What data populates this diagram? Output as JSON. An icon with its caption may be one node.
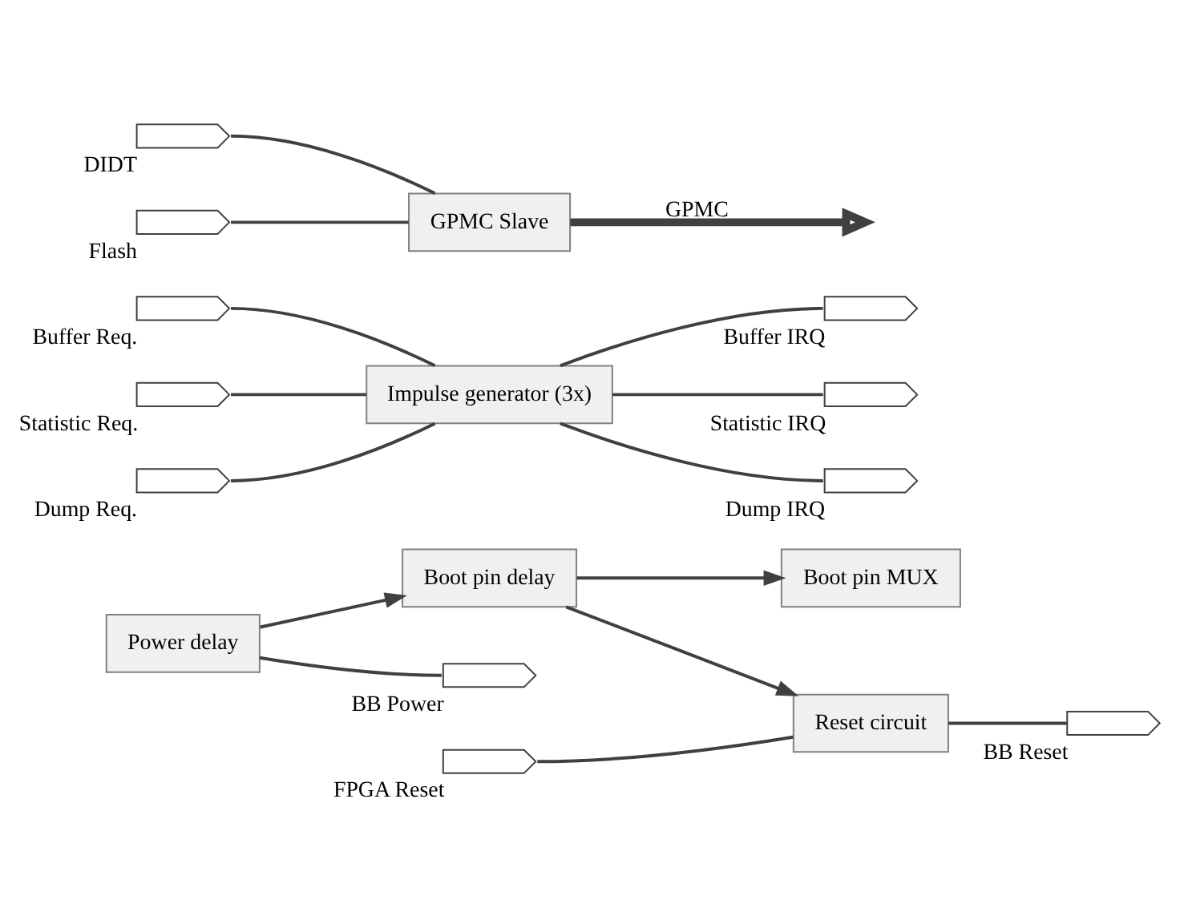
{
  "diagram": {
    "nodes": [
      {
        "text": [
          "Power delay"
        ]
      },
      {
        "text": [
          "Boot pin delay"
        ]
      },
      {
        "text": [
          "Boot pin MUX"
        ]
      },
      {
        "text": [],
        "shape": "pentagon",
        "beside": [
          "BB Power"
        ]
      },
      {
        "text": [
          "Reset circuit"
        ]
      },
      {
        "text": [],
        "shape": "pentagon",
        "beside": [
          "FPGA Reset"
        ]
      },
      {
        "text": [],
        "shape": "pentagon",
        "beside": [
          "BB Reset"
        ]
      },
      {
        "text": [
          "Impulse generator (3x)"
        ]
      },
      {
        "text": [],
        "shape": "pentagon",
        "beside": [
          "Buffer Req."
        ]
      },
      {
        "text": [],
        "shape": "pentagon",
        "beside": [
          "Statistic Req."
        ]
      },
      {
        "text": [],
        "shape": "pentagon",
        "beside": [
          "Dump Req."
        ]
      },
      {
        "text": [],
        "shape": "pentagon",
        "beside": [
          "Buffer IRQ"
        ]
      },
      {
        "text": [],
        "shape": "pentagon",
        "beside": [
          "Statistic IRQ"
        ]
      },
      {
        "text": [],
        "shape": "pentagon",
        "beside": [
          "Dump IRQ"
        ]
      },
      {
        "text": [
          "GPMC Slave"
        ]
      },
      {
        "text": [],
        "shape": "pentagon",
        "beside": [
          "DIDT"
        ]
      },
      {
        "text": [],
        "shape": "pentagon",
        "beside": [
          "Flash"
        ]
      }
    ],
    "edges": [
      {
        "from": 0,
        "to": 1,
        "arrow": "to"
      },
      {
        "from": 0,
        "to": 3,
        "arrow": "none"
      },
      {
        "from": 1,
        "to": 2,
        "arrow": "to"
      },
      {
        "from": 1,
        "to": 4,
        "arrow": "to"
      },
      {
        "from": 5,
        "to": 4,
        "arrow": "none"
      },
      {
        "from": 4,
        "to": 6,
        "arrow": "none"
      },
      {
        "from": 8,
        "to": 7,
        "arrow": "none"
      },
      {
        "from": 9,
        "to": 7,
        "arrow": "none"
      },
      {
        "from": 10,
        "to": 7,
        "arrow": "none"
      },
      {
        "from": 7,
        "to": 11,
        "arrow": "none"
      },
      {
        "from": 7,
        "to": 12,
        "arrow": "none"
      },
      {
        "from": 7,
        "to": 13,
        "arrow": "none"
      },
      {
        "from": 15,
        "to": 14,
        "arrow": "none"
      },
      {
        "from": 16,
        "to": 14,
        "arrow": "none"
      },
      {
        "from": 14,
        "to": null,
        "arrow": "to",
        "label": "GPMC",
        "style": "thick"
      }
    ]
  }
}
